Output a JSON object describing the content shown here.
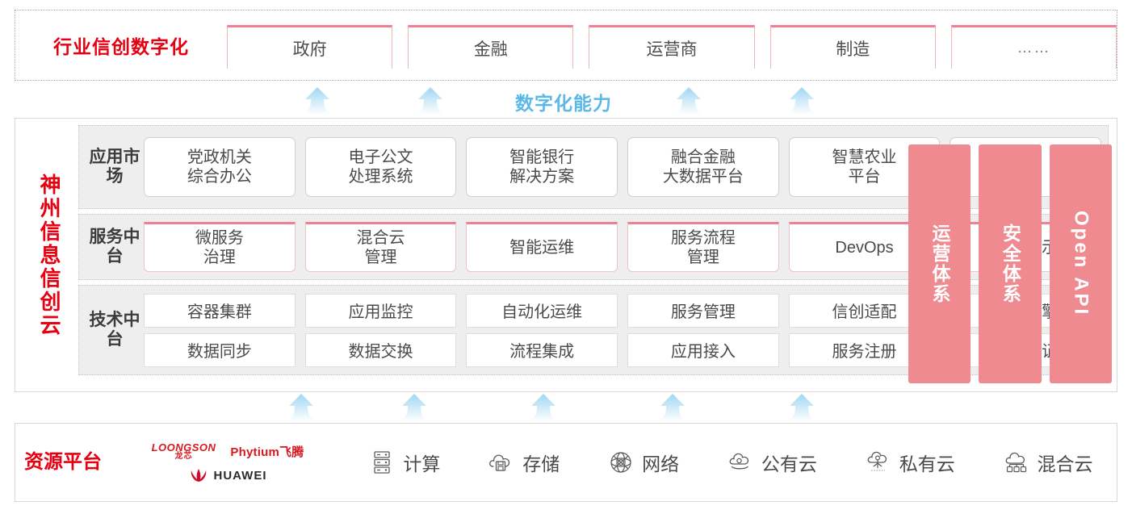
{
  "industry": {
    "title": "行业信创数字化",
    "boxes": [
      {
        "label": "政府"
      },
      {
        "label": "金融"
      },
      {
        "label": "运营商"
      },
      {
        "label": "制造"
      },
      {
        "label": "……"
      }
    ]
  },
  "capability_label": "数字化能力",
  "cloud": {
    "title": "神州信息信创云",
    "tiers": [
      {
        "label": "应用市场",
        "items": [
          "党政机关\n综合办公",
          "电子公文\n处理系统",
          "智能银行\n解决方案",
          "融合金融\n大数据平台",
          "智慧农业\n平台",
          "……"
        ]
      },
      {
        "label": "服务中台",
        "items": [
          "微服务\n治理",
          "混合云\n管理",
          "智能运维",
          "服务流程\n管理",
          "DevOps",
          "大屏展示"
        ]
      },
      {
        "label": "技术中台",
        "row1": [
          "容器集群",
          "应用监控",
          "自动化运维",
          "服务管理",
          "信创适配",
          "流程引擎"
        ],
        "row2": [
          "数据同步",
          "数据交换",
          "流程集成",
          "应用接入",
          "服务注册",
          "统一认证"
        ]
      }
    ],
    "pillars": [
      {
        "label": "运营体系",
        "orientation": "upright"
      },
      {
        "label": "安全体系",
        "orientation": "upright"
      },
      {
        "label": "Open API",
        "orientation": "rotated"
      }
    ]
  },
  "resource": {
    "title": "资源平台",
    "vendors": {
      "loongson_en": "LOONGSON",
      "loongson_cn": "龙芯",
      "phytium": "Phytium飞腾",
      "huawei": "HUAWEI"
    },
    "items": [
      {
        "label": "计算",
        "icon": "server-icon"
      },
      {
        "label": "存储",
        "icon": "cloud-storage-icon"
      },
      {
        "label": "网络",
        "icon": "network-mesh-icon"
      },
      {
        "label": "公有云",
        "icon": "public-cloud-icon"
      },
      {
        "label": "私有云",
        "icon": "private-cloud-icon"
      },
      {
        "label": "混合云",
        "icon": "hybrid-cloud-icon"
      }
    ]
  },
  "colors": {
    "brand_red": "#e60012",
    "pink": "#ef8a91",
    "pink_border": "#ef8190",
    "arrow_blue": "#a8dcf5",
    "capability_blue": "#5bb8e8",
    "tier_bg": "#eeeeee"
  }
}
